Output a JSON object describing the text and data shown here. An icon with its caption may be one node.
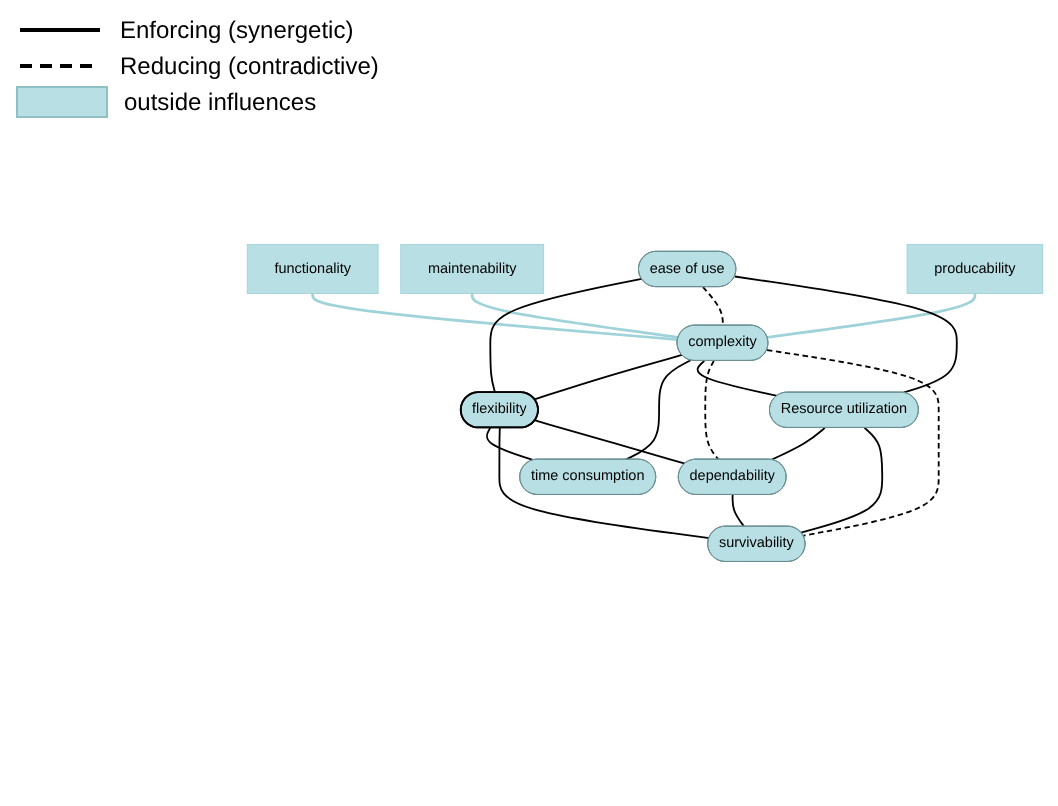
{
  "diagram": {
    "nodes": [
      {
        "text": [
          "functionality"
        ]
      },
      {
        "text": [
          "maintenability"
        ]
      },
      {
        "text": [
          "ease of use"
        ]
      },
      {
        "text": [
          "producability"
        ]
      },
      {
        "text": [
          "flexibility"
        ]
      },
      {
        "text": [
          "complexity"
        ]
      },
      {
        "text": [
          "time consumption"
        ]
      },
      {
        "text": [
          "Resource utilization"
        ]
      },
      {
        "text": [
          "dependability"
        ]
      },
      {
        "text": [
          "survivability"
        ]
      }
    ],
    "edges": [
      {
        "from": 0,
        "to": 5,
        "arrow": "none",
        "color": "#9fd3d9"
      },
      {
        "from": 1,
        "to": 5,
        "arrow": "none",
        "color": "#9fd3d9"
      },
      {
        "from": 3,
        "to": 5,
        "arrow": "none",
        "color": "#9fd3d9"
      },
      {
        "from": 2,
        "to": 4,
        "arrow": "none"
      },
      {
        "from": 2,
        "to": 5,
        "arrow": "none",
        "style": "dashed"
      },
      {
        "from": 2,
        "to": 7,
        "arrow": "none"
      },
      {
        "from": 5,
        "to": 4,
        "arrow": "none"
      },
      {
        "from": 5,
        "to": 6,
        "arrow": "none"
      },
      {
        "from": 5,
        "to": 7,
        "arrow": "none"
      },
      {
        "from": 5,
        "to": 8,
        "arrow": "none",
        "style": "dashed"
      },
      {
        "from": 5,
        "to": 9,
        "arrow": "none",
        "style": "dashed"
      },
      {
        "from": 4,
        "to": 6,
        "arrow": "none"
      },
      {
        "from": 4,
        "to": 9,
        "arrow": "none"
      },
      {
        "from": 4,
        "to": 8,
        "arrow": "none"
      },
      {
        "from": 8,
        "to": 9,
        "arrow": "none"
      },
      {
        "from": 7,
        "to": 8,
        "arrow": "none"
      },
      {
        "from": 7,
        "to": 9,
        "arrow": "none"
      }
    ],
    "legend": [
      {
        "text": "Enforcing (synergetic)"
      },
      {
        "text": "Reducing (contradictive)"
      },
      {
        "text": "outside influences",
        "color": "#b8dfe3"
      }
    ]
  }
}
